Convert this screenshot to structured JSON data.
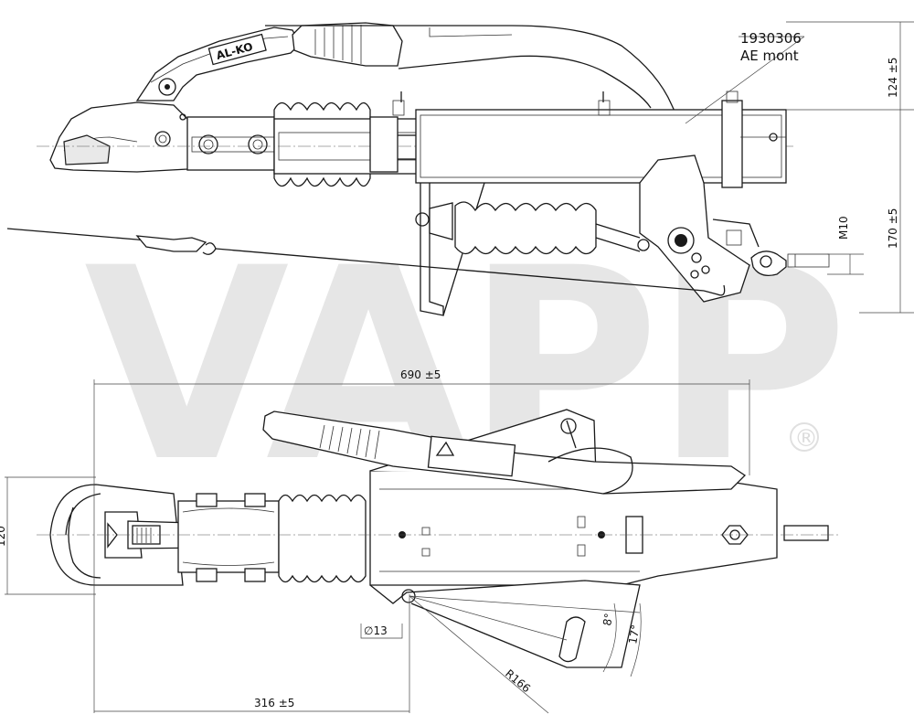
{
  "part": {
    "code": "1930306",
    "variant": "AE mont"
  },
  "brand_marking": "AL-KO",
  "watermark": {
    "text": "VAPP",
    "registered_mark": "®",
    "color": "#e6e6e6"
  },
  "dimensions": {
    "height_upper": "124 ±5",
    "height_lower": "170 ±5",
    "thread": "M10",
    "overall_length": "690 ±5",
    "coupling_to_hole": "316 ±5",
    "width": "120",
    "hole_diameter": "∅13",
    "radius": "R166",
    "angle_small": "8°",
    "angle_large": "17°"
  },
  "colors": {
    "line": "#1a1a1a",
    "watermark": "#e6e6e6",
    "background": "#ffffff"
  }
}
